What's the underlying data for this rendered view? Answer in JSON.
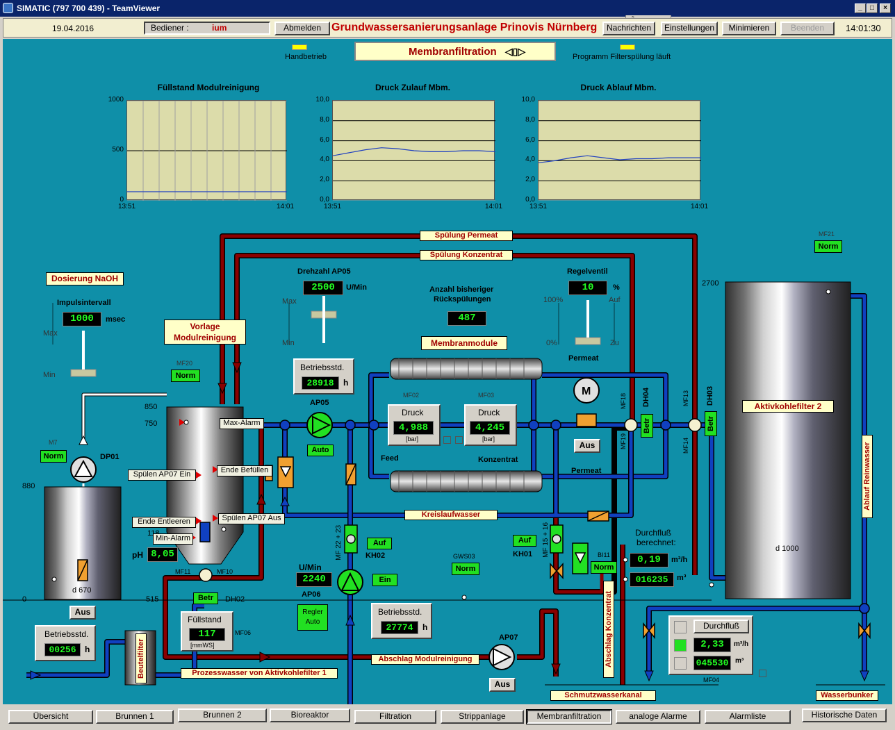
{
  "window": {
    "title": "SIMATIC (797 700 439) - TeamViewer"
  },
  "topbar": {
    "date": "19.04.2016",
    "operator_label": "Bediener :",
    "operator_value": "ium",
    "logout": "Abmelden",
    "plant_title": "Grundwassersanierungsanlage Prinovis Nürnberg",
    "messages": "Nachrichten",
    "settings": "Einstellungen",
    "minimize": "Minimieren",
    "exit": "Beenden",
    "time": "14:01:30"
  },
  "header": {
    "handbetrieb": "Handbetrieb",
    "section_title": "Membranfiltration",
    "nav_arrows": "◁▯▷",
    "program_status": "Programm Filterspülung läuft"
  },
  "charts": {
    "c1": {
      "title": "Füllstand Modulreinigung"
    },
    "c2": {
      "title": "Druck Zulauf Mbm."
    },
    "c3": {
      "title": "Druck Ablauf Mbm."
    }
  },
  "chart_data": [
    {
      "type": "line",
      "title": "Füllstand Modulreinigung",
      "ylim": [
        0,
        1000
      ],
      "yticks": [
        "1000",
        "500",
        "0"
      ],
      "xticks": [
        "13:51",
        "14:01"
      ],
      "series": [
        {
          "values": [
            90,
            90,
            90,
            90,
            90,
            90,
            90,
            90,
            90,
            90,
            90
          ]
        }
      ]
    },
    {
      "type": "line",
      "title": "Druck Zulauf Mbm.",
      "ylim": [
        0,
        10
      ],
      "yticks": [
        "10,0",
        "8,0",
        "6,0",
        "4,0",
        "2,0",
        "0,0"
      ],
      "xticks": [
        "13:51",
        "14:01"
      ],
      "series": [
        {
          "values": [
            4.5,
            4.8,
            5.1,
            5.3,
            5.2,
            5.0,
            4.9,
            4.9,
            5.0,
            5.0,
            4.9
          ]
        }
      ]
    },
    {
      "type": "line",
      "title": "Druck Ablauf Mbm.",
      "ylim": [
        0,
        10
      ],
      "yticks": [
        "10,0",
        "8,0",
        "6,0",
        "4,0",
        "2,0",
        "0,0"
      ],
      "xticks": [
        "13:51",
        "14:01"
      ],
      "series": [
        {
          "values": [
            3.8,
            4.0,
            4.3,
            4.5,
            4.3,
            4.1,
            4.2,
            4.2,
            4.3,
            4.3,
            4.3
          ]
        }
      ]
    }
  ],
  "pipes": {
    "spuelung_permeat": "Spülung Permeat",
    "spuelung_konzentrat": "Spülung Konzentrat",
    "kreislaufwasser": "Kreislaufwasser",
    "abschlag_modulreinigung": "Abschlag Modulreinigung",
    "prozesswasser": "Prozesswasser von Aktivkohlefilter 1",
    "schmutzwasserkanal": "Schmutzwasserkanal",
    "wasserbunker": "Wasserbunker",
    "ablauf_reinwasser": "Ablauf Reinwasser",
    "abschlag_konzentrat": "Abschlag Konzentrat",
    "feed": "Feed",
    "konzentrat": "Konzentrat",
    "permeat_top": "Permeat",
    "permeat_bottom": "Permeat"
  },
  "naoh": {
    "title": "Dosierung NaOH",
    "impuls_label": "Impulsintervall",
    "impuls_value": "1000",
    "impuls_unit": "msec",
    "max": "Max",
    "min": "Min",
    "m7": "M7",
    "m7_status": "Norm",
    "pump": "DP01",
    "level": "880",
    "tank_d": "d 670",
    "aus": "Aus",
    "betriebsstd_label": "Betriebsstd.",
    "betriebsstd_value": "00256",
    "betriebsstd_unit": "h"
  },
  "vorlage": {
    "title_line1": "Vorlage",
    "title_line2": "Modulreinigung",
    "mf20": "MF20",
    "mf20_status": "Norm",
    "l850": "850",
    "l750": "750",
    "max_alarm": "Max-Alarm",
    "ende_befuellen": "Ende Befüllen",
    "spuelen_ein": "Spülen AP07 Ein",
    "spuelen_aus": "Spülen AP07 Aus",
    "ende_entleeren": "Ende Entleeren",
    "min_alarm": "Min-Alarm",
    "l118": "118",
    "ph_label": "pH",
    "ph_value": "8,05",
    "mf11": "MF11",
    "mf10": "MF10",
    "d0": "0",
    "d515": "515",
    "dh02_status": "Betr",
    "dh02": "DH02",
    "fuellstand_label": "Füllstand",
    "fuellstand_value": "117",
    "fuellstand_unit": "[mmWS]",
    "mf06": "MF06",
    "beutelfilter": "Beutelfilter"
  },
  "ap05": {
    "drehzahl_label": "Drehzahl AP05",
    "drehzahl_value": "2500",
    "drehzahl_unit": "U/Min",
    "max": "Max",
    "min": "Min",
    "betriebsstd_label": "Betriebsstd.",
    "betriebsstd_value": "28918",
    "betriebsstd_unit": "h",
    "name": "AP05",
    "mode": "Auto"
  },
  "membran": {
    "anzahl_label1": "Anzahl bisheriger",
    "anzahl_label2": "Rückspülungen",
    "anzahl_value": "487",
    "module_btn": "Membranmodule",
    "mf02": "MF02",
    "druck1_label": "Druck",
    "druck1_value": "4,988",
    "druck1_unit": "[bar]",
    "mf03": "MF03",
    "druck2_label": "Druck",
    "druck2_value": "4,245",
    "druck2_unit": "[bar]"
  },
  "regelventil": {
    "label": "Regelventil",
    "value": "10",
    "unit": "%",
    "p100": "100%",
    "p0": "0%",
    "auf": "Auf",
    "zu": "Zu",
    "motor": "M",
    "aus": "Aus"
  },
  "dh": {
    "mf18": "MF18",
    "dh04": "DH04",
    "dh04_status": "Betr",
    "mf19": "MF19",
    "mf13": "MF13",
    "dh03": "DH03",
    "dh03_status": "Betr",
    "mf14": "MF14"
  },
  "aktivkohle": {
    "title": "Aktivkohlefilter 2",
    "mf21": "MF21",
    "mf21_status": "Norm",
    "level": "2700",
    "d": "d 1000"
  },
  "ap06": {
    "kh02_label": "MF 22 + 23",
    "kh02_status": "Auf",
    "kh02": "KH02",
    "umin_label": "U/Min",
    "umin_value": "2240",
    "name": "AP06",
    "ein": "Ein",
    "regler_line1": "Regler",
    "regler_line2": "Auto",
    "betriebsstd_label": "Betriebsstd.",
    "betriebsstd_value": "27774",
    "betriebsstd_unit": "h"
  },
  "kh01": {
    "label": "MF 15 + 16",
    "status": "Auf",
    "name": "KH01",
    "bi11": "BI11",
    "bi11_status": "Norm"
  },
  "gws03": {
    "label": "GWS03",
    "status": "Norm"
  },
  "durchfluss_ber": {
    "label1": "Durchfluß",
    "label2": "berechnet:",
    "value": "0,19",
    "unit": "m³/h",
    "total": "016235",
    "total_unit": "m³"
  },
  "durchfluss_mf04": {
    "title": "Durchfluß",
    "value": "2,33",
    "unit": "m³/h",
    "total": "045530",
    "total_unit": "m³",
    "mf04": "MF04"
  },
  "ap07": {
    "name": "AP07",
    "aus": "Aus"
  },
  "nav": [
    {
      "label": "Übersicht"
    },
    {
      "label": "Brunnen 1"
    },
    {
      "label": "Brunnen 2"
    },
    {
      "label": "Bioreaktor"
    },
    {
      "label": "Filtration"
    },
    {
      "label": "Strippanlage"
    },
    {
      "label": "Membranfiltration"
    },
    {
      "label": "analoge Alarme"
    },
    {
      "label": "Alarmliste"
    },
    {
      "label": "Historische Daten"
    }
  ],
  "colors": {
    "background": "#0f8fa8",
    "pipe_blue": "#1040c0",
    "pipe_red": "#8a0000",
    "status_green": "#22e022",
    "tag_yellow": "#ffffc8"
  }
}
